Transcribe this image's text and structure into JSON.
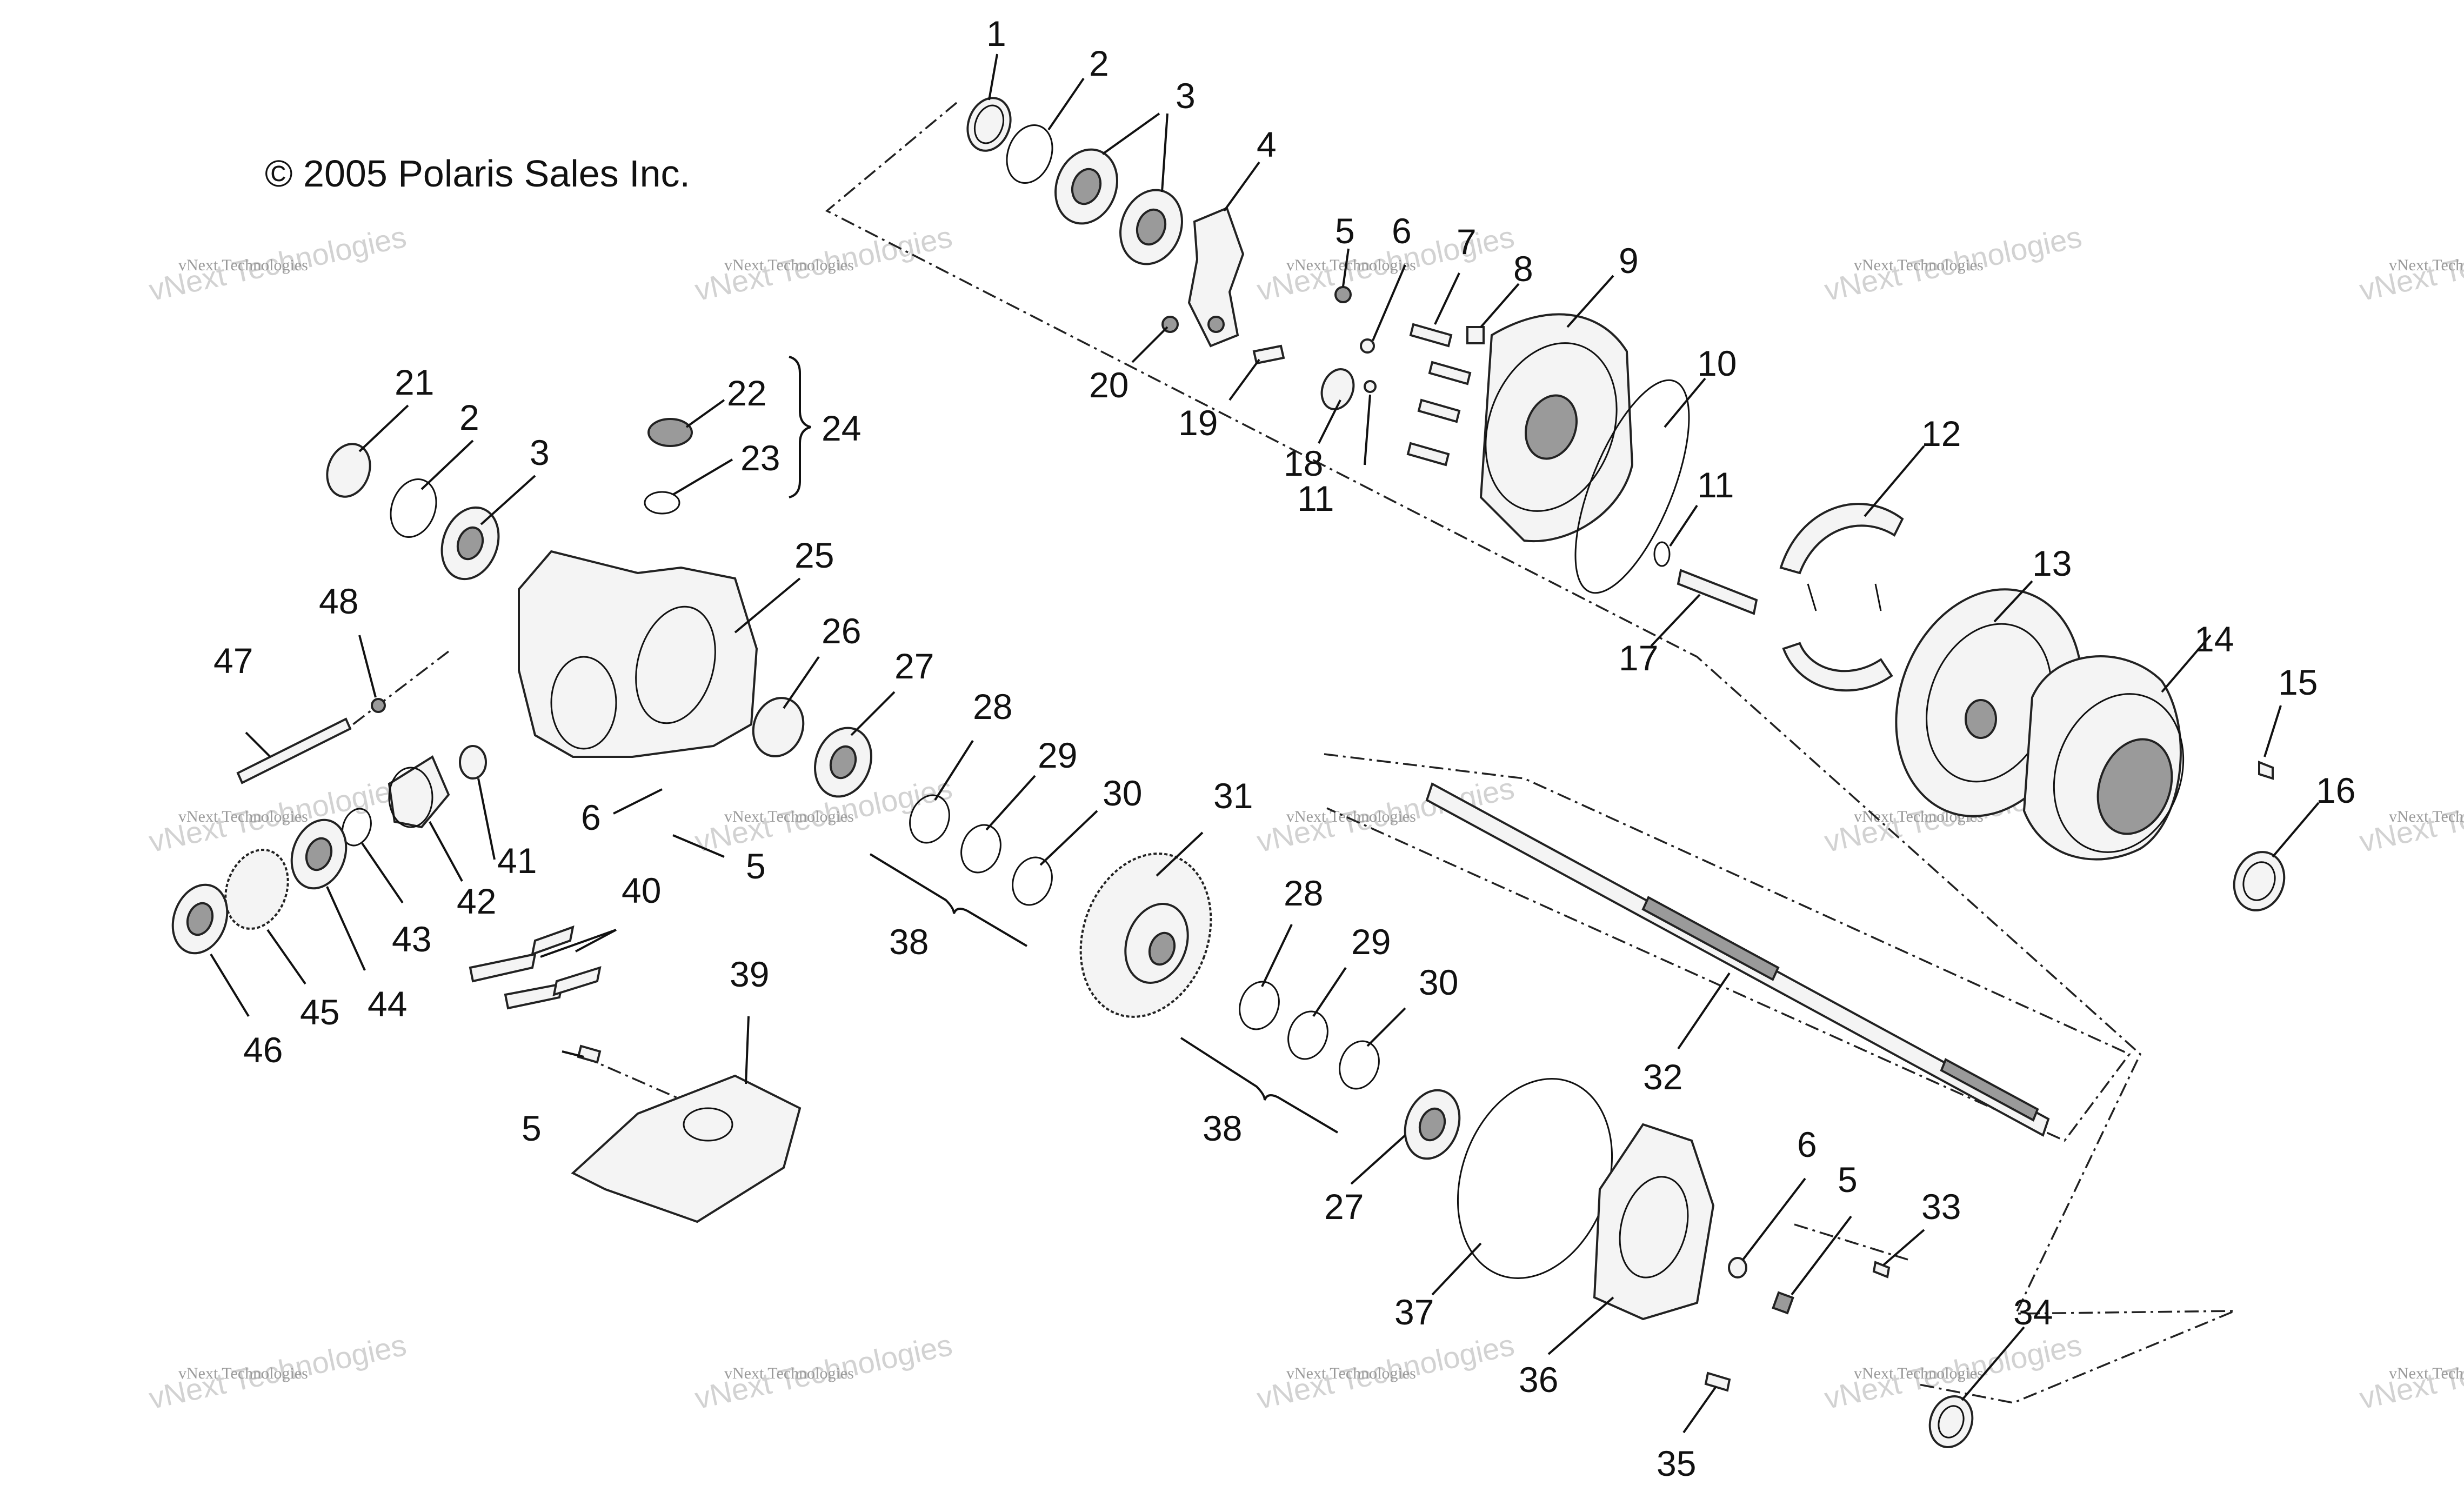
{
  "copyright": "© 2005 Polaris Sales Inc.",
  "watermark": {
    "line1": "vNext Technologies",
    "line2": "vNext Technologies"
  },
  "callouts": [
    "1",
    "2",
    "3",
    "4",
    "5",
    "6",
    "7",
    "8",
    "9",
    "10",
    "11",
    "2",
    "3",
    "12",
    "13",
    "14",
    "15",
    "16",
    "17",
    "18",
    "19",
    "20",
    "21",
    "22",
    "23",
    "24",
    "25",
    "26",
    "27",
    "28",
    "29",
    "30",
    "31",
    "32",
    "33",
    "34",
    "35",
    "36",
    "37",
    "38",
    "39",
    "40",
    "41",
    "42",
    "43",
    "44",
    "45",
    "46",
    "47",
    "48",
    "5",
    "6",
    "11",
    "27",
    "28",
    "29",
    "30",
    "38",
    "5",
    "6",
    "5",
    "3"
  ]
}
